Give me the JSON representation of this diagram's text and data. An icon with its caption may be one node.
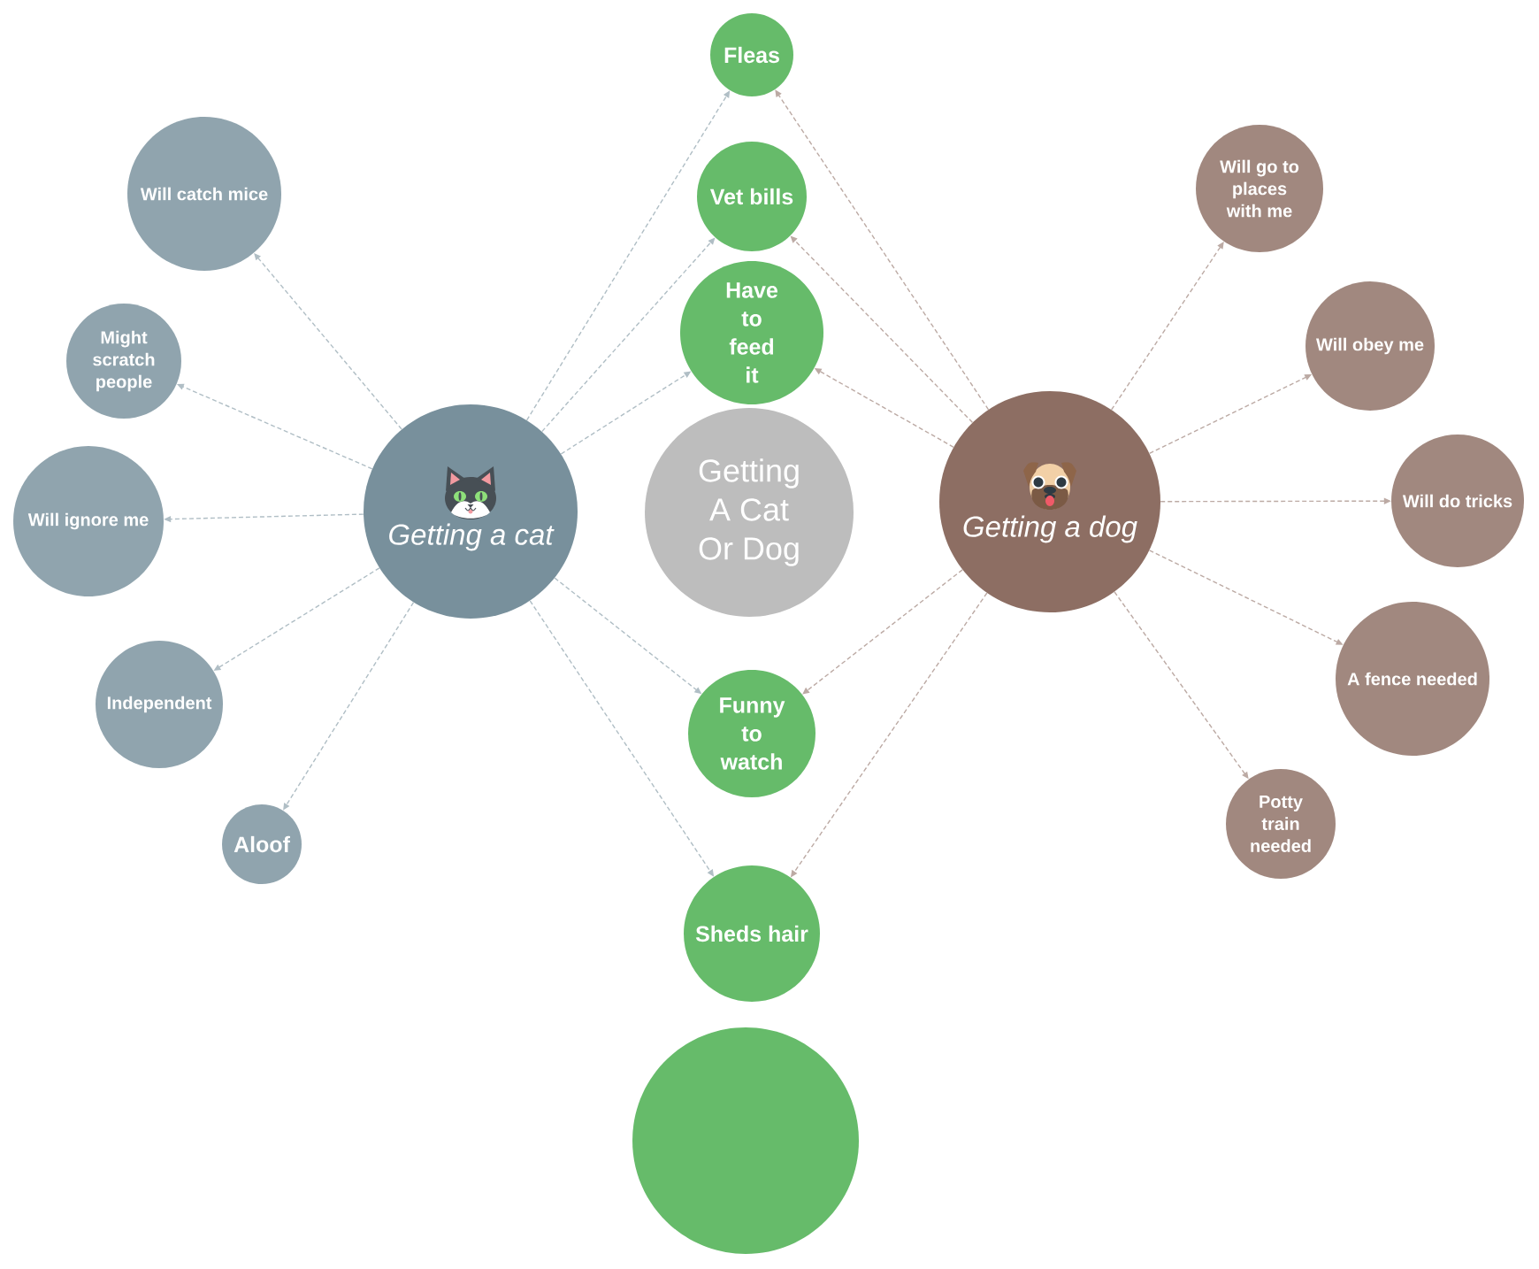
{
  "diagram": {
    "nodes": [
      {
        "text": [
          "Getting A Cat Or Dog"
        ]
      },
      {
        "text": [
          "Getting a cat"
        ]
      },
      {
        "text": [
          "Getting a dog"
        ]
      },
      {
        "text": [
          "Will catch mice"
        ]
      },
      {
        "text": [
          "Might scratch people"
        ]
      },
      {
        "text": [
          "Will ignore me"
        ]
      },
      {
        "text": [
          "Independent"
        ]
      },
      {
        "text": [
          "Aloof"
        ]
      },
      {
        "text": [
          "Fleas"
        ]
      },
      {
        "text": [
          "Vet bills"
        ]
      },
      {
        "text": [
          "Have to feed it"
        ]
      },
      {
        "text": [
          "Funny to watch"
        ]
      },
      {
        "text": [
          "Sheds hair"
        ]
      },
      {
        "text": [
          "Will go to places with me"
        ]
      },
      {
        "text": [
          "Will obey me"
        ]
      },
      {
        "text": [
          "Will do tricks"
        ]
      },
      {
        "text": [
          "A fence needed"
        ]
      },
      {
        "text": [
          "Potty train needed"
        ]
      },
      {
        "text": [],
        "shape": "circle"
      }
    ],
    "edges": [
      {
        "from": 1,
        "to": 3,
        "arrow": "to",
        "style": "dashed",
        "color": "#b0bec5"
      },
      {
        "from": 1,
        "to": 4,
        "arrow": "to",
        "style": "dashed",
        "color": "#b0bec5"
      },
      {
        "from": 1,
        "to": 5,
        "arrow": "to",
        "style": "dashed",
        "color": "#b0bec5"
      },
      {
        "from": 1,
        "to": 6,
        "arrow": "to",
        "style": "dashed",
        "color": "#b0bec5"
      },
      {
        "from": 1,
        "to": 7,
        "arrow": "to",
        "style": "dashed",
        "color": "#b0bec5"
      },
      {
        "from": 1,
        "to": 8,
        "arrow": "to",
        "style": "dashed",
        "color": "#b0bec5"
      },
      {
        "from": 1,
        "to": 9,
        "arrow": "to",
        "style": "dashed",
        "color": "#b0bec5"
      },
      {
        "from": 1,
        "to": 10,
        "arrow": "to",
        "style": "dashed",
        "color": "#b0bec5"
      },
      {
        "from": 1,
        "to": 11,
        "arrow": "to",
        "style": "dashed",
        "color": "#b0bec5"
      },
      {
        "from": 1,
        "to": 12,
        "arrow": "to",
        "style": "dashed",
        "color": "#b0bec5"
      },
      {
        "from": 2,
        "to": 8,
        "arrow": "to",
        "style": "dashed",
        "color": "#bcaaa4"
      },
      {
        "from": 2,
        "to": 9,
        "arrow": "to",
        "style": "dashed",
        "color": "#bcaaa4"
      },
      {
        "from": 2,
        "to": 10,
        "arrow": "to",
        "style": "dashed",
        "color": "#bcaaa4"
      },
      {
        "from": 2,
        "to": 11,
        "arrow": "to",
        "style": "dashed",
        "color": "#bcaaa4"
      },
      {
        "from": 2,
        "to": 12,
        "arrow": "to",
        "style": "dashed",
        "color": "#bcaaa4"
      },
      {
        "from": 2,
        "to": 13,
        "arrow": "to",
        "style": "dashed",
        "color": "#bcaaa4"
      },
      {
        "from": 2,
        "to": 14,
        "arrow": "to",
        "style": "dashed",
        "color": "#bcaaa4"
      },
      {
        "from": 2,
        "to": 15,
        "arrow": "to",
        "style": "dashed",
        "color": "#bcaaa4"
      },
      {
        "from": 2,
        "to": 16,
        "arrow": "to",
        "style": "dashed",
        "color": "#bcaaa4"
      },
      {
        "from": 2,
        "to": 17,
        "arrow": "to",
        "style": "dashed",
        "color": "#bcaaa4"
      }
    ]
  }
}
